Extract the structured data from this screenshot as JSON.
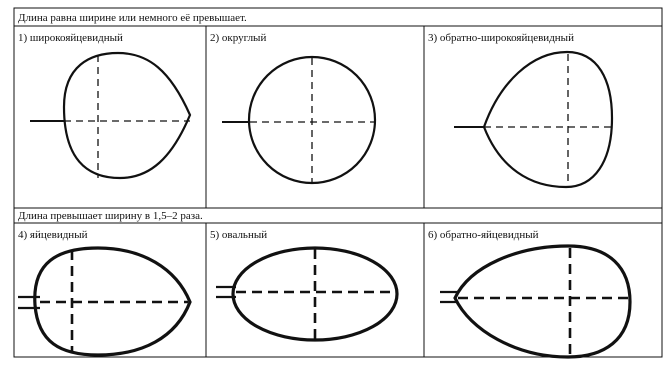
{
  "table": {
    "rows": [
      {
        "caption": "Длина равна ширине или немного её превышает.",
        "cells": [
          {
            "label": "1) широкояйцевидный",
            "shape": "wide-egg-right"
          },
          {
            "label": "2) округлый",
            "shape": "round"
          },
          {
            "label": "3) обратно-широкояйцевидный",
            "shape": "wide-egg-left"
          }
        ]
      },
      {
        "caption": "Длина превышает ширину в 1,5–2 раза.",
        "cells": [
          {
            "label": "4) яйцевидный",
            "shape": "egg-right"
          },
          {
            "label": "5) овальный",
            "shape": "oval"
          },
          {
            "label": "6) обратно-яйцевидный",
            "shape": "egg-left"
          }
        ]
      }
    ]
  },
  "style": {
    "line_color": "#111111",
    "background": "#ffffff"
  }
}
